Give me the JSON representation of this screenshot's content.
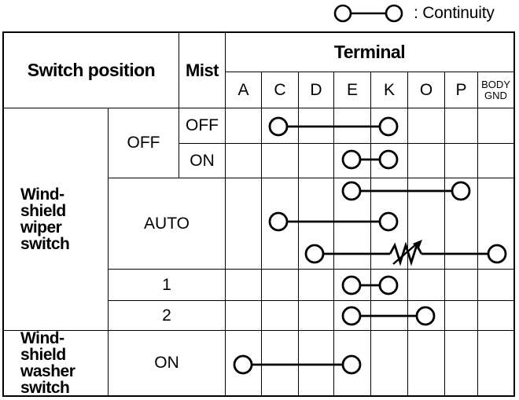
{
  "legend": {
    "label": ": Continuity"
  },
  "table": {
    "header": {
      "switch_position": "Switch position",
      "mist": "Mist",
      "terminal": "Terminal",
      "terminals": [
        "A",
        "C",
        "D",
        "E",
        "K",
        "O",
        "P",
        "BODY GND"
      ]
    },
    "wiper_switch": {
      "label": "Wind-\nshield\nwiper\nswitch",
      "positions": {
        "off": {
          "label": "OFF",
          "mist_off": "OFF",
          "mist_on": "ON"
        },
        "auto": {
          "label": "AUTO"
        },
        "one": {
          "label": "1"
        },
        "two": {
          "label": "2"
        }
      }
    },
    "washer_switch": {
      "label": "Wind-\nshield\nwasher\nswitch",
      "on": {
        "label": "ON"
      }
    }
  },
  "connections": [
    {
      "row": "off-mist-off",
      "from": "C",
      "to": "K",
      "variable_resistor": false
    },
    {
      "row": "off-mist-on",
      "from": "E",
      "to": "K",
      "variable_resistor": false
    },
    {
      "row": "auto-top",
      "from": "E",
      "to": "P",
      "variable_resistor": false
    },
    {
      "row": "auto-mid",
      "from": "C",
      "to": "K",
      "variable_resistor": false
    },
    {
      "row": "auto-bottom",
      "from": "D",
      "to": "BODY GND",
      "variable_resistor": true
    },
    {
      "row": "one",
      "from": "E",
      "to": "K",
      "variable_resistor": false
    },
    {
      "row": "two",
      "from": "E",
      "to": "O",
      "variable_resistor": false
    },
    {
      "row": "washer-on",
      "from": "A",
      "to": "E",
      "variable_resistor": false
    }
  ],
  "symbol_colors": {
    "line": "#000000",
    "circle_fill": "#ffffff",
    "background": "#ffffff"
  }
}
